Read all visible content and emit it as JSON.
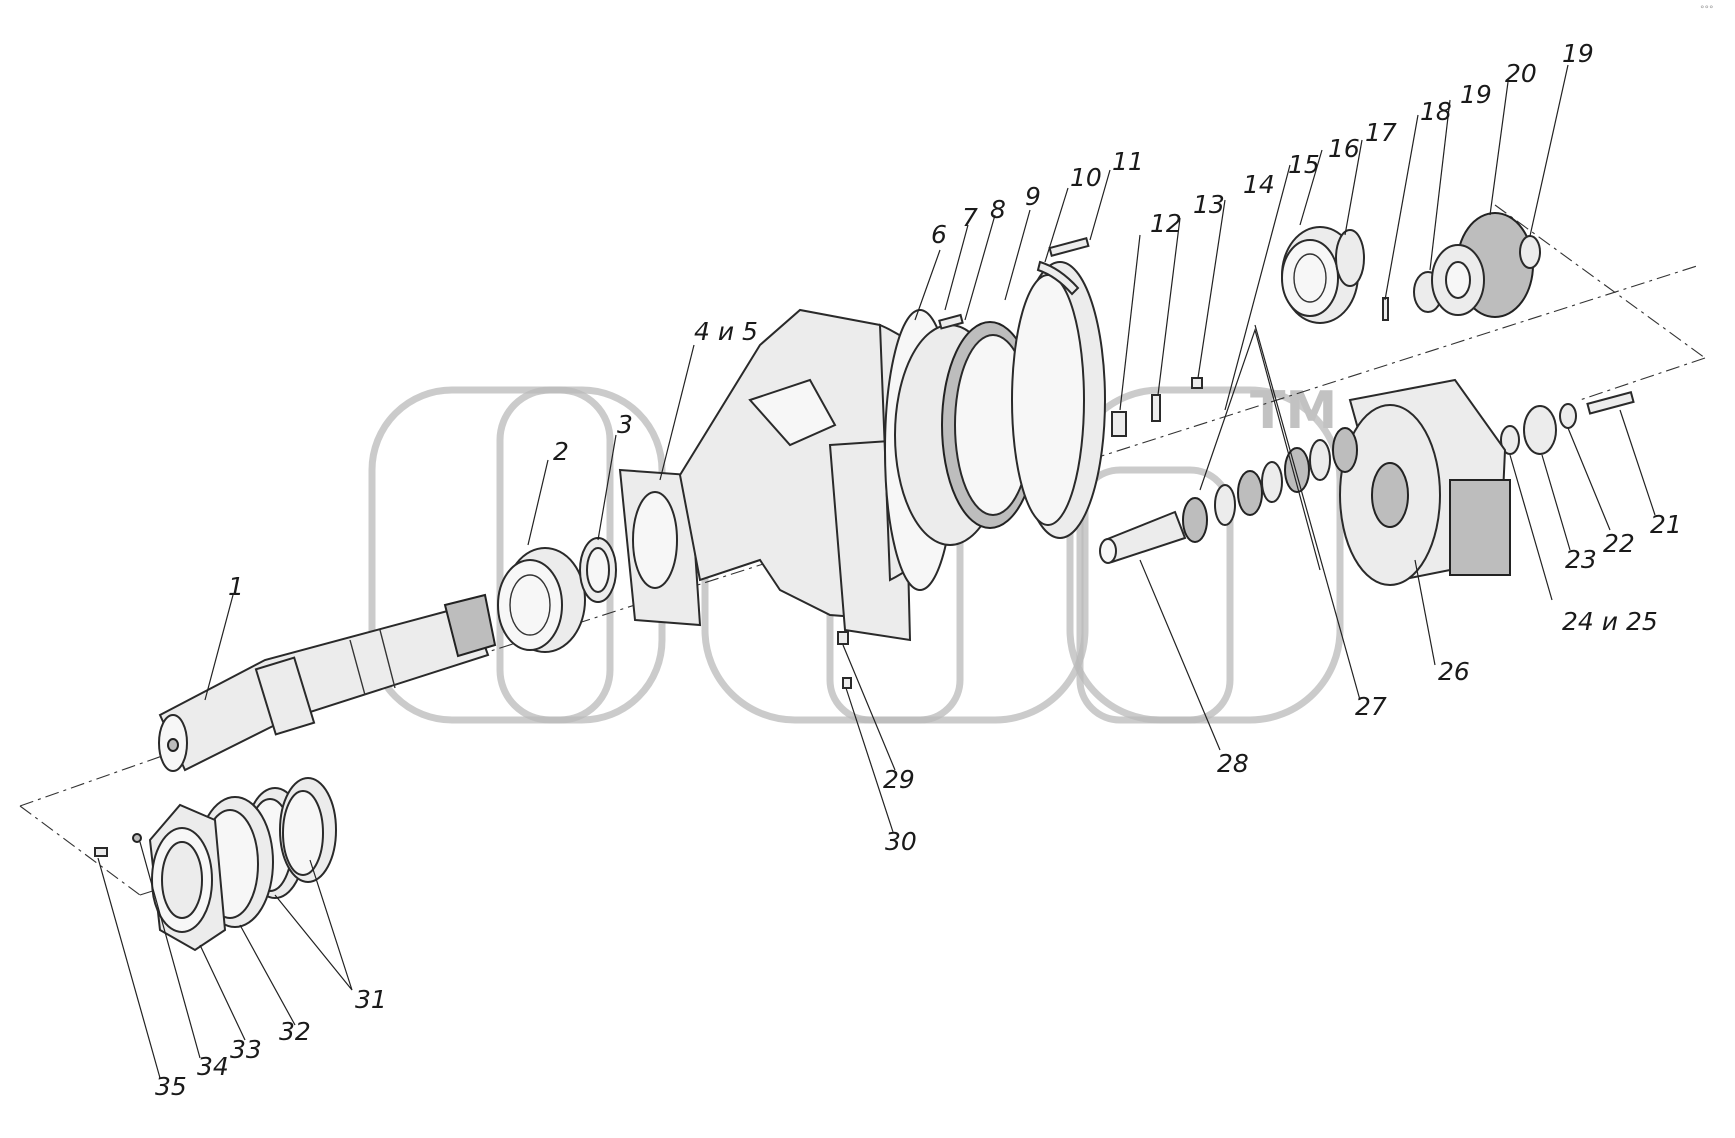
{
  "watermark": {
    "text": "TM"
  },
  "corner_mark": "°°°",
  "callouts": {
    "p1": "1",
    "p2": "2",
    "p3": "3",
    "p4_5": "4 и 5",
    "p6": "6",
    "p7": "7",
    "p8": "8",
    "p9": "9",
    "p10": "10",
    "p11": "11",
    "p12": "12",
    "p13": "13",
    "p14": "14",
    "p15": "15",
    "p16": "16",
    "p17": "17",
    "p18": "18",
    "p19a": "19",
    "p19b": "19",
    "p20": "20",
    "p21": "21",
    "p22": "22",
    "p23": "23",
    "p24_25": "24 и 25",
    "p26": "26",
    "p27": "27",
    "p28": "28",
    "p29": "29",
    "p30": "30",
    "p31": "31",
    "p32": "32",
    "p33": "33",
    "p34": "34",
    "p35": "35"
  },
  "colors": {
    "line": "#2a2a2a",
    "fill": "#ececec",
    "watermark": "#b9b9b9"
  }
}
